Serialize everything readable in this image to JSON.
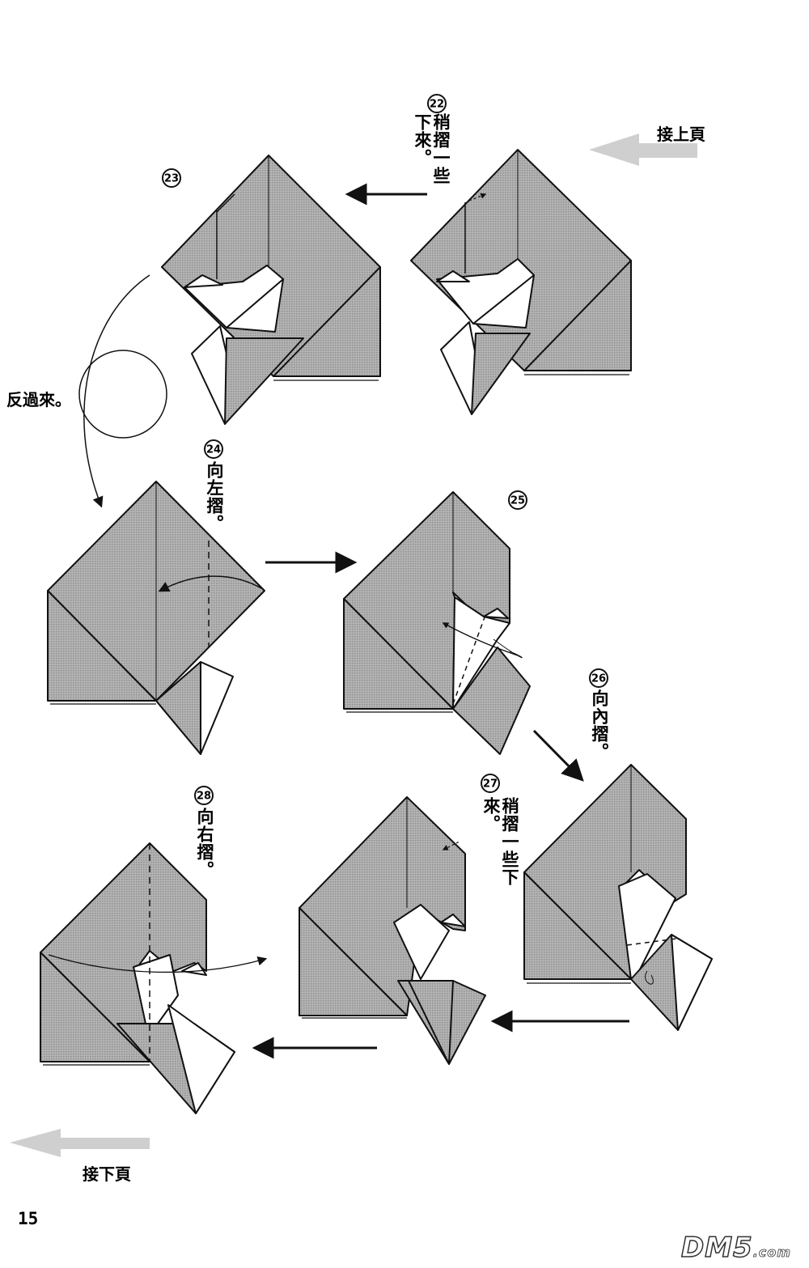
{
  "colors": {
    "paper_gray": "#a9a9a9",
    "paper_white": "#ffffff",
    "ink": "#111111",
    "nav_arrow": "#cfcfcf"
  },
  "nav": {
    "continue_from_prev": "接上頁",
    "continue_to_next": "接下頁"
  },
  "steps": [
    {
      "number": "22",
      "instruction": "稍摺一些下來。"
    },
    {
      "number": "23",
      "instruction": ""
    },
    {
      "number": "24",
      "instruction": "向左摺。"
    },
    {
      "number": "25",
      "instruction": ""
    },
    {
      "number": "26",
      "instruction": "向內摺。"
    },
    {
      "number": "27",
      "instruction": "稍摺一些下來。"
    },
    {
      "number": "28",
      "instruction": "向右摺。"
    }
  ],
  "turn_over_label": "反過來。",
  "page_number": "15",
  "watermark": {
    "main": "DM5",
    "suffix": ".com"
  }
}
